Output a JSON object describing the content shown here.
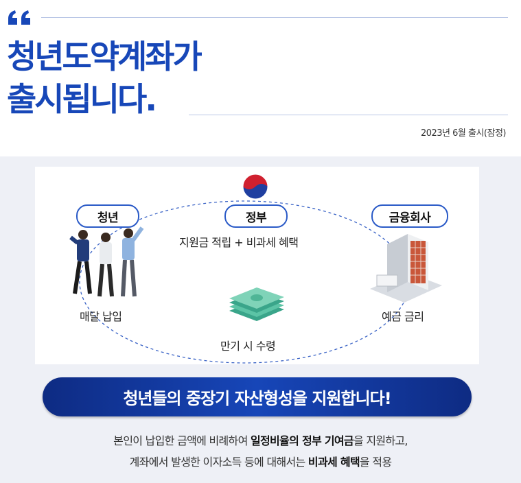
{
  "header": {
    "title_line1": "청년도약계좌가",
    "title_line2": "출시됩니다.",
    "release_note": "2023년 6월 출시(잠정)"
  },
  "diagram": {
    "youth_label": "청년",
    "government_label": "정부",
    "finance_label": "금융회사",
    "government_caption": "지원금 적립 + 비과세 혜택",
    "youth_caption": "매달 납입",
    "finance_caption": "예금 금리",
    "money_caption": "만기 시 수령"
  },
  "banner": {
    "text": "청년들의 중장기 자산형성을 지원합니다!"
  },
  "description": {
    "line1_a": "본인이 납입한 금액에 비례하여 ",
    "line1_b": "일정비율의 정부 기여금",
    "line1_c": "을 지원하고,",
    "line2_a": "계좌에서 발생한 이자소득 등에 대해서는 ",
    "line2_b": "비과세 혜택",
    "line2_c": "을 적용"
  },
  "colors": {
    "brand_blue": "#1747b8",
    "banner_dark": "#0e2b83",
    "background_gray": "#eef0f6"
  }
}
